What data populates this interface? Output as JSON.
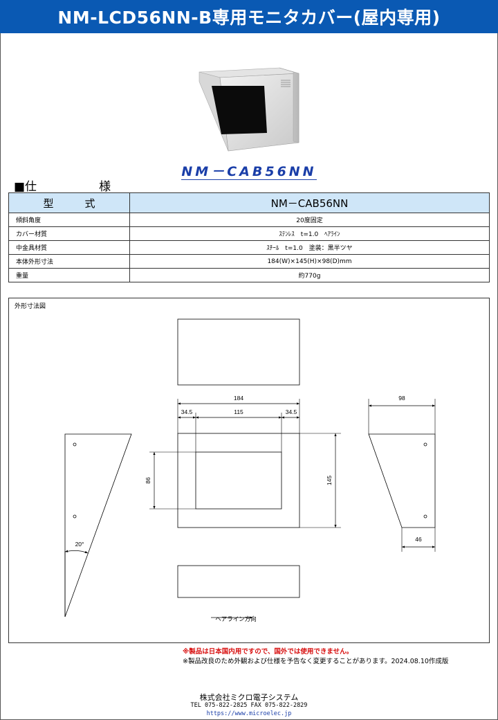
{
  "title": "NM-LCD56NN-B専用モニタカバー(屋内専用)",
  "model_heading": "NM－CAB56NN",
  "spec_heading": {
    "prefix": "■仕",
    "suffix": "様"
  },
  "spec_table": {
    "header": {
      "label": "型　　　式",
      "value": "NM－CAB56NN"
    },
    "rows": [
      {
        "label": "傾斜角度",
        "value": "20度固定"
      },
      {
        "label": "カバー材質",
        "value": "ｽﾃﾝﾚｽ　t=1.0　ﾍｱﾗｲﾝ"
      },
      {
        "label": "中金具材質",
        "value": "ｽﾁｰﾙ　t=1.0　塗装：黒半ツヤ"
      },
      {
        "label": "本体外形寸法",
        "value": "184(W)×145(H)×98(D)mm"
      },
      {
        "label": "重量",
        "value": "約770g"
      }
    ]
  },
  "drawing": {
    "label": "外形寸法図",
    "dims": {
      "width": "184",
      "left_margin": "34.5",
      "inner_width": "115",
      "right_margin": "34.5",
      "inner_height": "86",
      "height": "145",
      "depth": "98",
      "bottom_depth": "46",
      "angle": "20°"
    },
    "hairline_label": "ヘアライン方向"
  },
  "notes": {
    "domestic": "※製品は日本国内用ですので、国外では使用できません。",
    "change": "※製品改良のため外観および仕様を予告なく変更することがあります。2024.08.10作成版"
  },
  "footer": {
    "company": "株式会社ミクロ電子システム",
    "contact": "TEL 075-822-2825 FAX 075-822-2829",
    "url": "https://www.microelec.jp"
  },
  "colors": {
    "title_bg": "#0a59b3",
    "table_head_bg": "#cfe6f8",
    "notice_red": "#d81010",
    "heading_blue": "#1a3ea8"
  }
}
